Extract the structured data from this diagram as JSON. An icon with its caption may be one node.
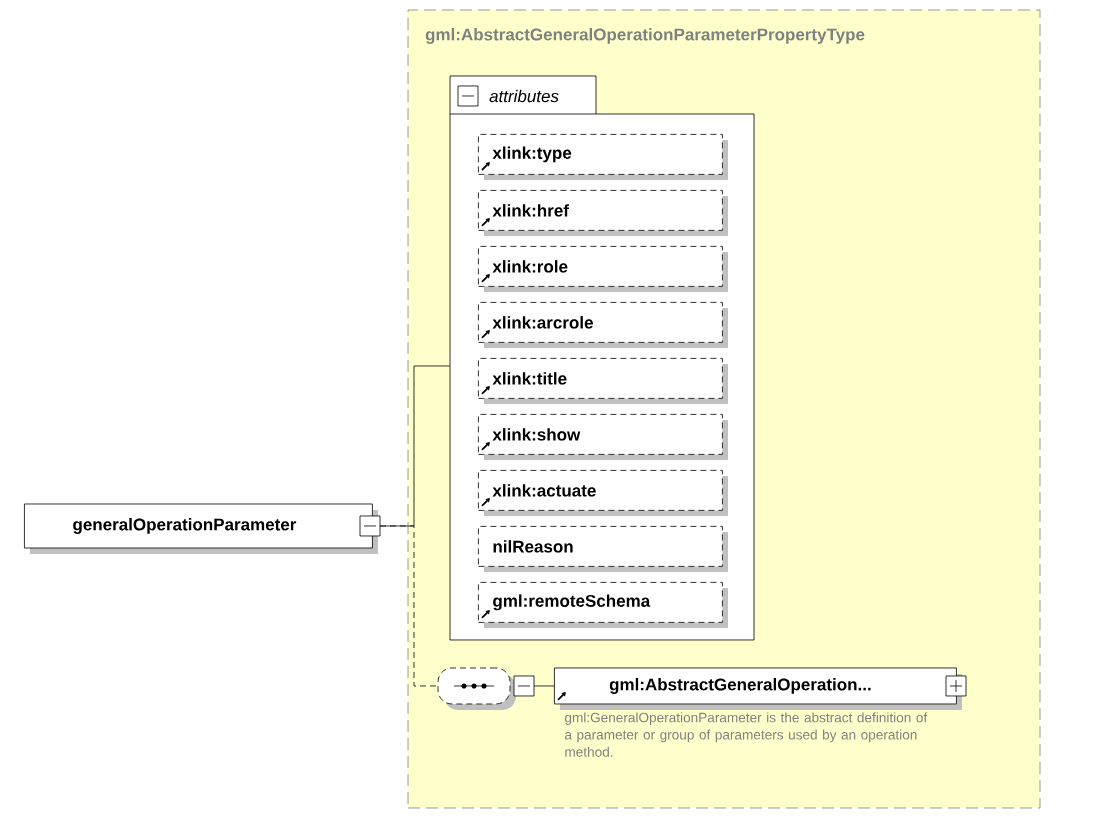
{
  "diagram": {
    "nodes": [
      {
        "text": [
          "generalOperationParameter"
        ]
      },
      {
        "text": [
          "gml:AbstractGeneralOperationParameterPropertyType"
        ]
      },
      {
        "text": [
          "attributes"
        ],
        "in": 1
      },
      {
        "text": [
          "xlink:type"
        ],
        "in": 2
      },
      {
        "text": [
          "xlink:href"
        ],
        "in": 2
      },
      {
        "text": [
          "xlink:role"
        ],
        "in": 2
      },
      {
        "text": [
          "xlink:arcrole"
        ],
        "in": 2
      },
      {
        "text": [
          "xlink:title"
        ],
        "in": 2
      },
      {
        "text": [
          "xlink:show"
        ],
        "in": 2
      },
      {
        "text": [
          "xlink:actuate"
        ],
        "in": 2
      },
      {
        "text": [
          "nilReason"
        ],
        "in": 2
      },
      {
        "text": [
          "gml:remoteSchema"
        ],
        "in": 2
      },
      {
        "text": [],
        "shape": "box",
        "in": 1
      },
      {
        "text": [
          "gml:AbstractGeneralOperation..."
        ],
        "in": 1,
        "beside": [
          "gml:GeneralOperationParameter is the abstract definition of a parameter or group of parameters used by an operation method."
        ]
      }
    ],
    "edges": [
      {
        "from": 0,
        "to": 2,
        "arrow": "none"
      },
      {
        "from": 0,
        "to": 12,
        "arrow": "none",
        "style": "dashed"
      },
      {
        "from": 12,
        "to": 13,
        "arrow": "none"
      }
    ]
  }
}
